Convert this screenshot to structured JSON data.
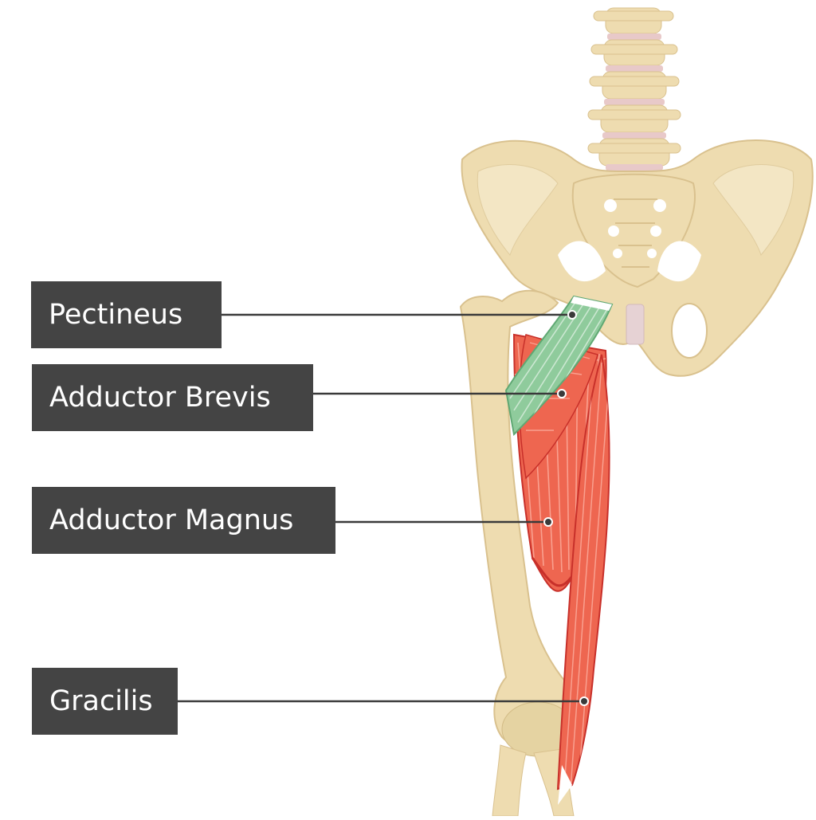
{
  "labels": {
    "pectineus": "Pectineus",
    "adductor_brevis": "Adductor Brevis",
    "adductor_magnus": "Adductor Magnus",
    "gracilis": "Gracilis"
  },
  "colors": {
    "bone": "#EEDCB0",
    "bone_shadow": "#D9C18E",
    "disc": "#E8C9C9",
    "cartilage": "#E6D2D4",
    "muscle_red": "#EE6650",
    "muscle_red_line": "#F9A08F",
    "muscle_dark": "#C8302A",
    "muscle_green": "#8FCB9C",
    "muscle_green_line": "#CBE7D1",
    "label_bg": "#444444",
    "label_text": "#FFFFFF",
    "leader": "#3A3A3A"
  }
}
